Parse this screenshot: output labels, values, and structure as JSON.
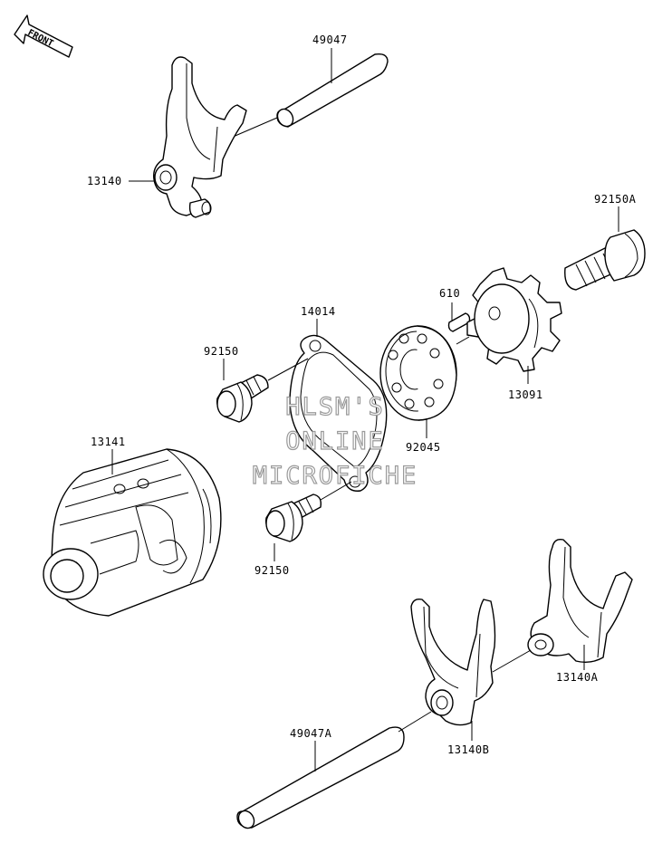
{
  "orientation": {
    "front_label": "FRONT"
  },
  "part_labels": {
    "shift_rod_upper": "49047",
    "shift_fork_upper": "13140",
    "bolt_right": "92150A",
    "pin": "610",
    "cover_plate": "14014",
    "bolt_upper": "92150",
    "drum_cam": "13091",
    "bearing": "92045",
    "shift_drum": "13141",
    "bolt_lower": "92150",
    "shift_fork_right": "13140A",
    "shift_rod_lower": "49047A",
    "shift_fork_lower": "13140B"
  },
  "watermark": {
    "line1": "HLSM'S",
    "line2": "ONLINE",
    "line3": "MICROFICHE"
  }
}
